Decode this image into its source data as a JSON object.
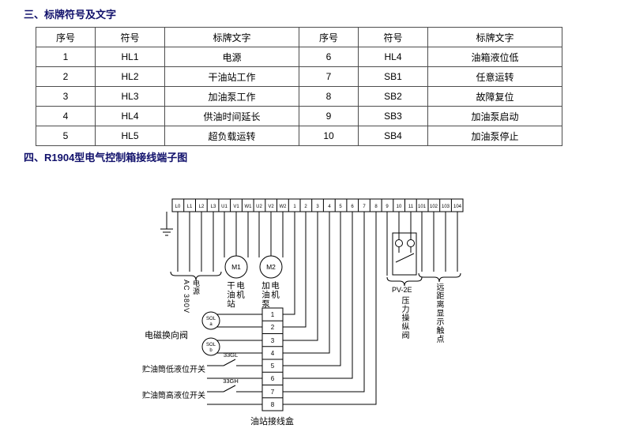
{
  "page": {
    "heading1": "三、标牌符号及文字",
    "heading2": "四、R1904型电气控制箱接线端子图",
    "accent_heading_color": "#10106b"
  },
  "table": {
    "headers": [
      "序号",
      "符号",
      "标牌文字",
      "序号",
      "符号",
      "标牌文字"
    ],
    "rows": [
      [
        "1",
        "HL1",
        "电源",
        "6",
        "HL4",
        "油箱液位低"
      ],
      [
        "2",
        "HL2",
        "干油站工作",
        "7",
        "SB1",
        "任意运转"
      ],
      [
        "3",
        "HL3",
        "加油泵工作",
        "8",
        "SB2",
        "故障复位"
      ],
      [
        "4",
        "HL4",
        "供油时间延长",
        "9",
        "SB3",
        "加油泵启动"
      ],
      [
        "5",
        "HL5",
        "超负载运转",
        "10",
        "SB4",
        "加油泵停止"
      ]
    ]
  },
  "diagram": {
    "terminals": [
      "L0",
      "L1",
      "L2",
      "L3",
      "U1",
      "V1",
      "W1",
      "U2",
      "V2",
      "W2",
      "1",
      "2",
      "3",
      "4",
      "5",
      "6",
      "7",
      "8",
      "9",
      "10",
      "11",
      "101",
      "102",
      "103",
      "104"
    ],
    "ac_power": [
      "AC 380V",
      "电源"
    ],
    "motor1": "M1",
    "motor1_label": "干油站电机",
    "motor2": "M2",
    "motor2_label": "加油泵电机",
    "pv2e": "PV-2E",
    "pv2e_label": "压力操纵阀",
    "remote_label": "远距离显示触点",
    "solenoid_label": "电磁换向阀",
    "sol_a": [
      "SOL",
      "a"
    ],
    "sol_b": [
      "SOL",
      "b"
    ],
    "low_level_tag": "33GL",
    "low_level_label": "贮油筒低液位开关",
    "high_level_tag": "33GH",
    "high_level_label": "贮油筒高液位开关",
    "junction_box_label": "油站接线盒",
    "junction_numbers": [
      "1",
      "2",
      "3",
      "4",
      "5",
      "6",
      "7",
      "8"
    ]
  }
}
